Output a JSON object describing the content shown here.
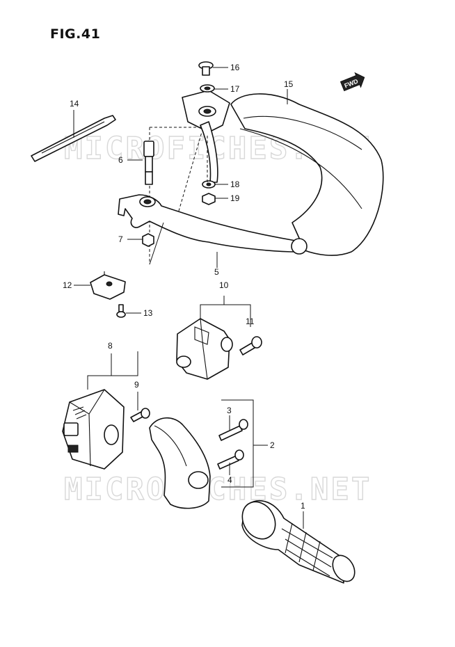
{
  "figure": {
    "title": "FIG.41"
  },
  "watermark": {
    "text": "MICROFICHES.NET"
  },
  "fwd_badge": {
    "text": "FWD"
  },
  "callouts": {
    "c1": "1",
    "c2": "2",
    "c3": "3",
    "c4": "4",
    "c5": "5",
    "c6": "6",
    "c7": "7",
    "c8": "8",
    "c9": "9",
    "c10": "10",
    "c11": "11",
    "c12": "12",
    "c13": "13",
    "c14": "14",
    "c15": "15",
    "c16": "16",
    "c17": "17",
    "c18": "18",
    "c19": "19"
  }
}
